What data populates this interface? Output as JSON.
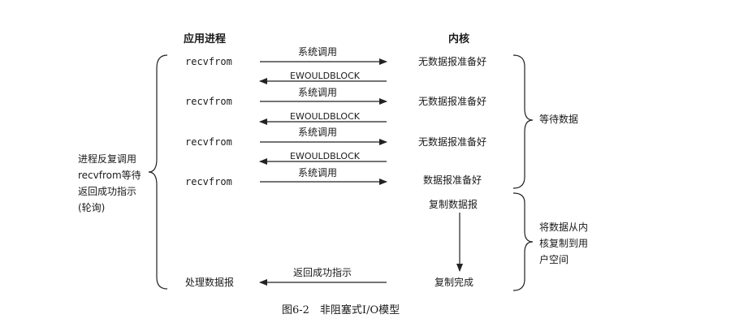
{
  "headers": {
    "process": "应用进程",
    "kernel": "内核"
  },
  "steps": [
    {
      "call": "recvfrom",
      "request": "系统调用",
      "kernel_state": "无数据报准备好",
      "reply": "EWOULDBLOCK"
    },
    {
      "call": "recvfrom",
      "request": "系统调用",
      "kernel_state": "无数据报准备好",
      "reply": "EWOULDBLOCK"
    },
    {
      "call": "recvfrom",
      "request": "系统调用",
      "kernel_state": "无数据报准备好",
      "reply": "EWOULDBLOCK"
    },
    {
      "call": "recvfrom",
      "request": "系统调用",
      "kernel_state": "数据报准备好"
    }
  ],
  "copy_start": "复制数据报",
  "copy_done": "复制完成",
  "return_msg": "返回成功指示",
  "process_data": "处理数据报",
  "left_note": [
    "进程反复调用",
    "recvfrom等待",
    "返回成功指示",
    "(轮询)"
  ],
  "phase_wait": "等待数据",
  "phase_copy": [
    "将数据从内",
    "核复制到用",
    "户空间"
  ],
  "caption": "图6-2　非阻塞式I/O模型"
}
